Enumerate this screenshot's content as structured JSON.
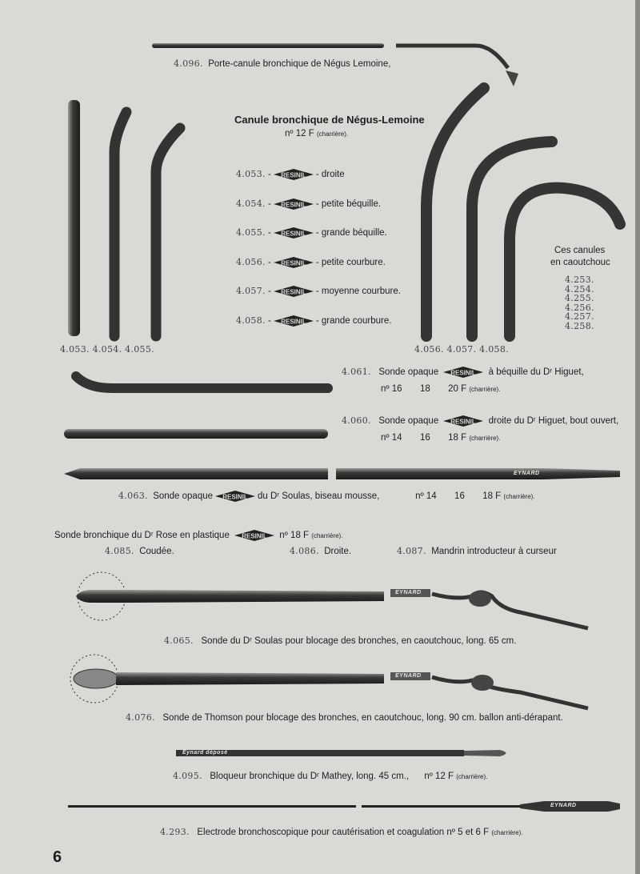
{
  "page_number": "6",
  "brand_logo": "RESINIL",
  "items": {
    "i4096": {
      "ref": "4.096.",
      "text": "Porte-canule bronchique  de Négus Lemoine,"
    },
    "canule": {
      "title": "Canule bronchique de Négus-Lemoine",
      "size": "nº 12 F",
      "unit": "(charrière).",
      "rows": [
        {
          "ref": "4.053.",
          "sep": "-",
          "desc": "- droite"
        },
        {
          "ref": "4.054.",
          "sep": "-",
          "desc": "- petite béquille."
        },
        {
          "ref": "4.055.",
          "sep": "-",
          "desc": "- grande béquille."
        },
        {
          "ref": "4.056.",
          "sep": "-",
          "desc": "- petite courbure."
        },
        {
          "ref": "4.057.",
          "sep": "-",
          "desc": "- moyenne courbure."
        },
        {
          "ref": "4.058.",
          "sep": "-",
          "desc": "- grande courbure."
        }
      ],
      "left_labels": "4.053.   4.054.   4.055.",
      "right_labels": "4.056.   4.057.   4.058."
    },
    "caoutchouc": {
      "line1": "Ces canules",
      "line2": "en caoutchouc",
      "refs": [
        "4.253.",
        "4.254.",
        "4.255.",
        "4.256.",
        "4.257.",
        "4.258."
      ]
    },
    "i4061": {
      "ref": "4.061.",
      "text1": "Sonde opaque",
      "text2": "à béquille du Dʳ Higuet,",
      "sizes": "nº 16       18       20 F",
      "unit": "(charrière)."
    },
    "i4060": {
      "ref": "4.060.",
      "text1": "Sonde opaque",
      "text2": "droite du Dʳ Higuet, bout ouvert,",
      "sizes": "nº 14       16       18 F",
      "unit": "(charrière)."
    },
    "i4063": {
      "ref": "4.063.",
      "text1": "Sonde opaque",
      "text2": "du Dʳ Soulas, biseau mousse,",
      "sizes": "nº 14       16       18 F",
      "unit": "(charrière)."
    },
    "rose": {
      "text1": "Sonde bronchique du Dʳ Rose en plastique",
      "size": "nº 18 F",
      "unit": "(charrière)."
    },
    "i4085": {
      "ref": "4.085.",
      "text": "Coudée."
    },
    "i4086": {
      "ref": "4.086.",
      "text": "Droite."
    },
    "i4087": {
      "ref": "4.087.",
      "text": "Mandrin introducteur à curseur"
    },
    "i4065": {
      "ref": "4.065.",
      "text": "Sonde du Dʳ Soulas pour blocage des bronches, en caoutchouc, long. 65 cm."
    },
    "i4076": {
      "ref": "4.076.",
      "text": "Sonde de Thomson pour blocage des bronches, en caoutchouc, long. 90 cm. ballon anti-dérapant."
    },
    "i4095": {
      "ref": "4.095.",
      "text": "Bloqueur bronchique du Dʳ Mathey, long. 45 cm.,",
      "size": "nº 12 F",
      "unit": "(charrière)."
    },
    "i4293": {
      "ref": "4.293.",
      "text": "Electrode bronchoscopique pour cautérisation et coagulation nº 5 et 6 F",
      "unit": "(charrière)."
    }
  },
  "engravings": {
    "eynard": "EYNARD",
    "eynard_depose": "Eynard déposé"
  }
}
